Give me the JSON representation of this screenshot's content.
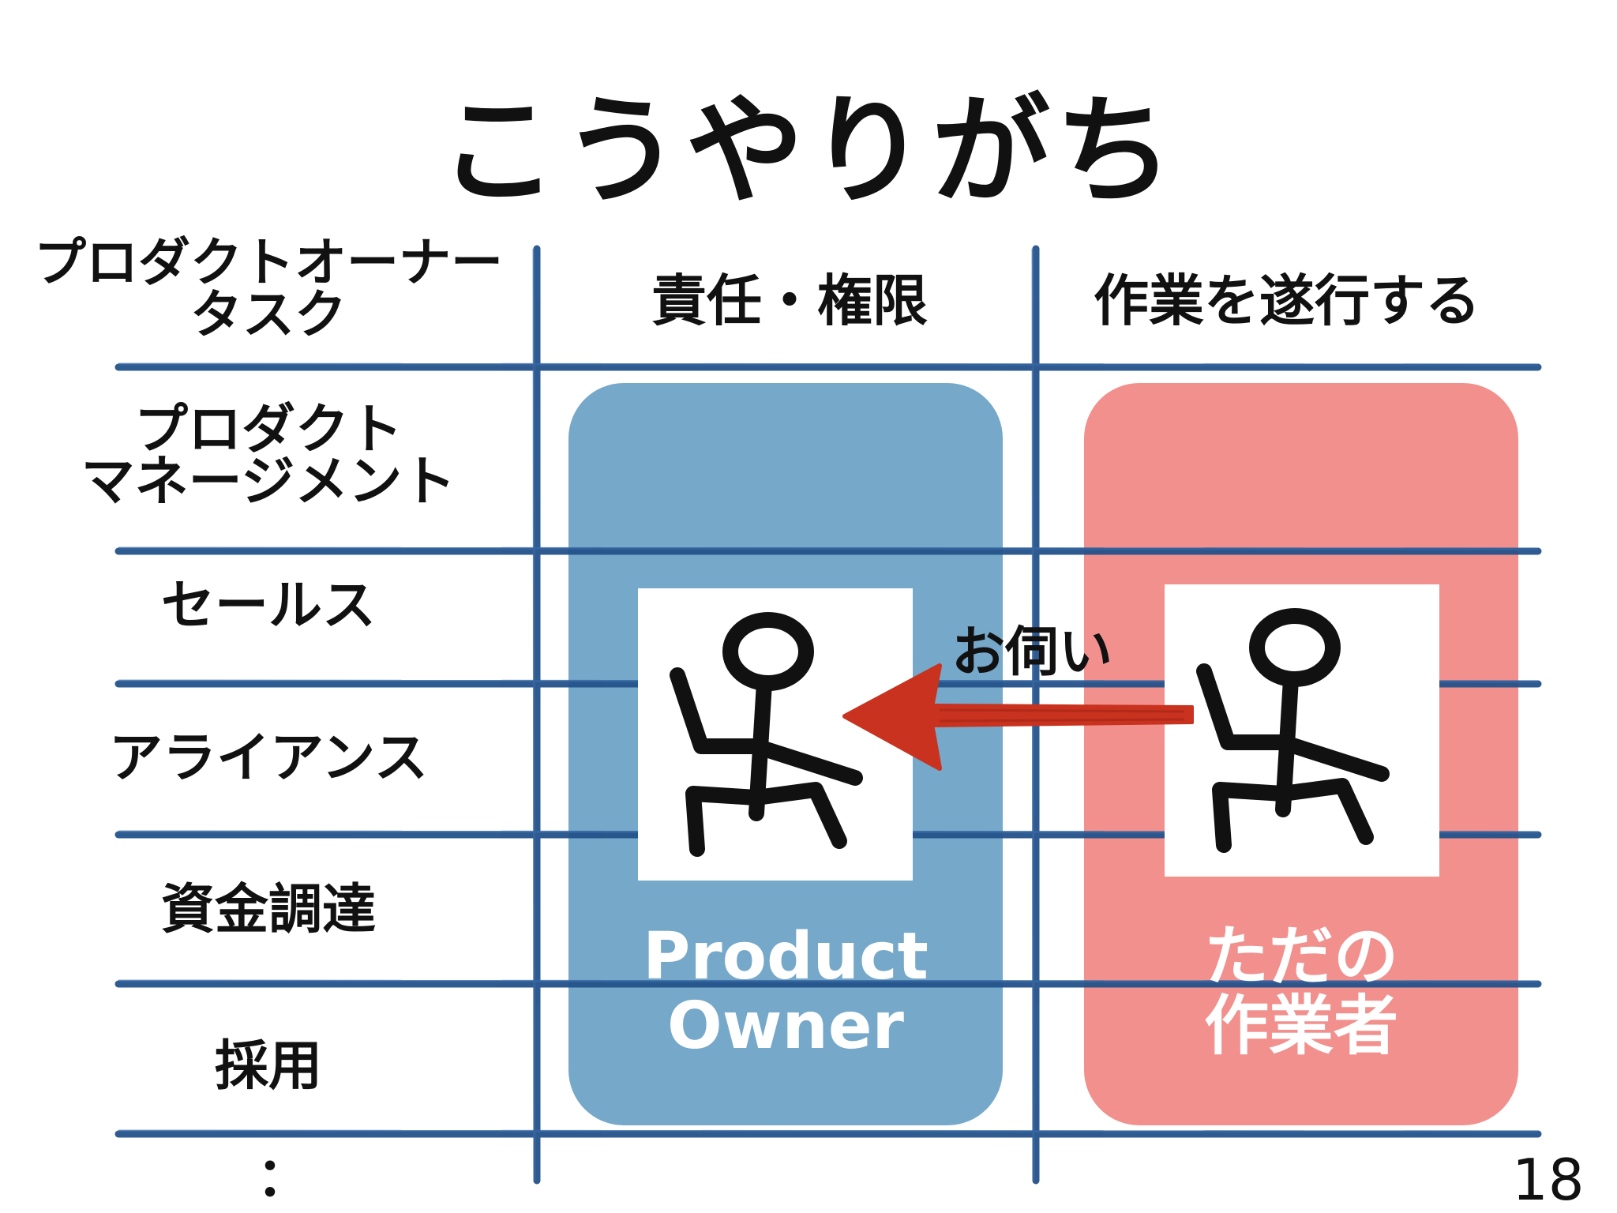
{
  "title": "こうやりがち",
  "headers": {
    "tasks": [
      "プロダクトオーナー",
      "タスク"
    ],
    "responsibility": "責任・権限",
    "execute": "作業を遂行する"
  },
  "rows": [
    {
      "lines": [
        "プロダクト",
        "マネージメント"
      ]
    },
    {
      "lines": [
        "セールス"
      ]
    },
    {
      "lines": [
        "アライアンス"
      ]
    },
    {
      "lines": [
        "資金調達"
      ]
    },
    {
      "lines": [
        "採用"
      ]
    },
    {
      "lines": [
        "："
      ]
    }
  ],
  "po_card": {
    "line1": "Product",
    "line2": "Owner",
    "color": "#76a8c9"
  },
  "worker_card": {
    "line1": "ただの",
    "line2": "作業者",
    "color": "#ee7874"
  },
  "arrow_label": "お伺い",
  "arrow_color": "#c8321e",
  "grid_color": "#23528a",
  "page_number": "18"
}
